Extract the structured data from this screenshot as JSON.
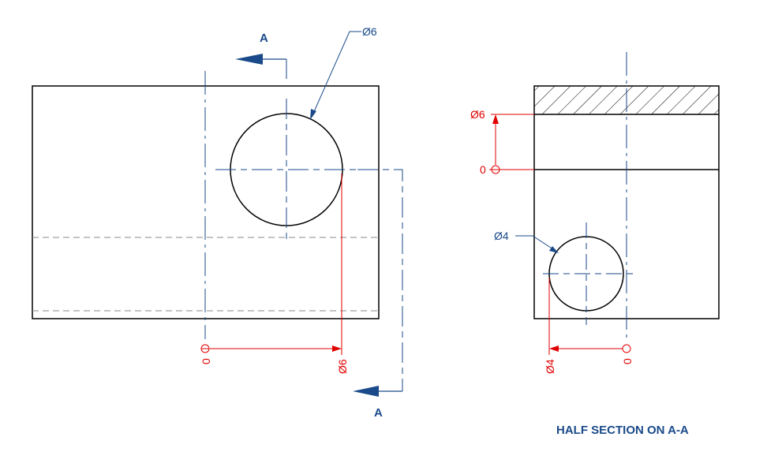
{
  "colors": {
    "outline": "#000000",
    "centerline": "#1a4a8a",
    "hidden": "#8a8a8a",
    "dimension": "#e00000",
    "annotation": "#1a4a8a",
    "hatch": "#000000"
  },
  "front_view": {
    "section_label_top": "A",
    "section_label_bottom": "A",
    "hole_callout": "Ø6",
    "dim_origin": "0",
    "dim_value": "Ø6"
  },
  "side_view": {
    "hole_callout": "Ø4",
    "dim_vertical_value": "Ø6",
    "dim_vertical_origin": "0",
    "dim_horizontal_value": "Ø4",
    "dim_horizontal_origin": "0",
    "hatch_pattern": "diagonal-45"
  },
  "view_title": "HALF SECTION ON A-A"
}
